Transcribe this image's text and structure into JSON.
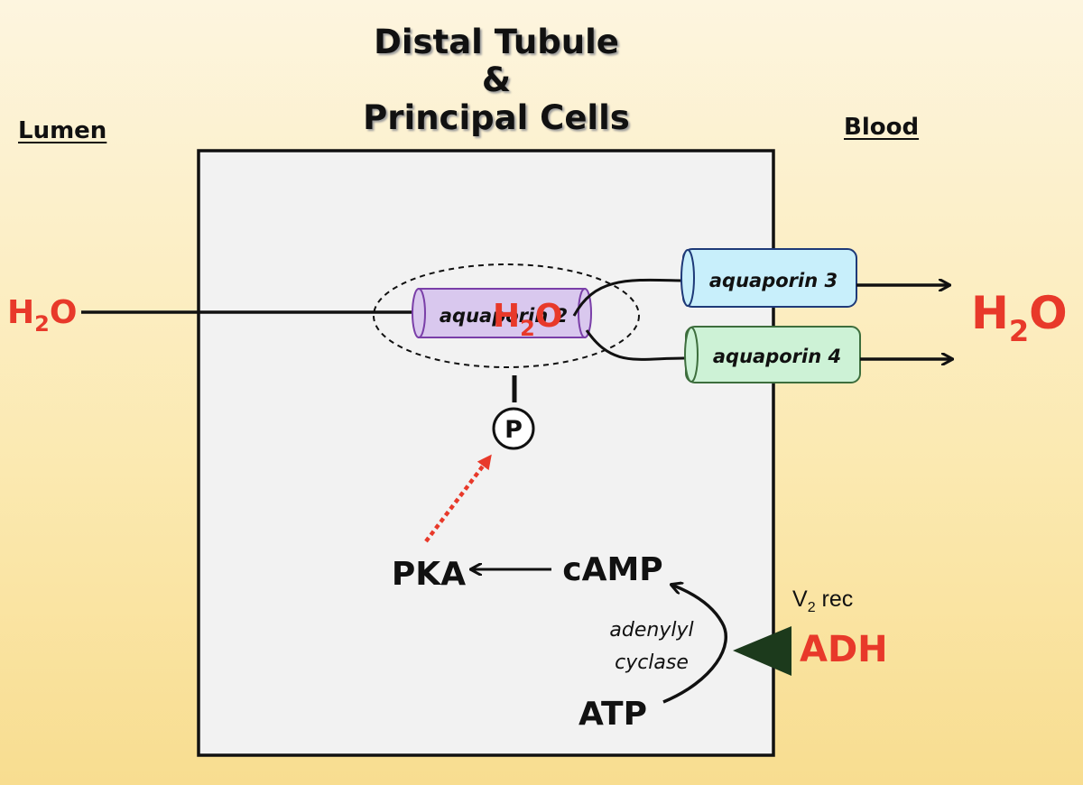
{
  "title": {
    "line1": "Distal Tubule",
    "line2": "&",
    "line3": "Principal Cells"
  },
  "sides": {
    "lumen": "Lumen",
    "blood": "Blood"
  },
  "water": {
    "main": "H",
    "sub": "2",
    "tail": "O"
  },
  "channels": {
    "aqp2": "aquaporin 2",
    "aqp3": "aquaporin 3",
    "aqp4": "aquaporin 4"
  },
  "phospho": "P",
  "signaling": {
    "pka": "PKA",
    "camp": "cAMP",
    "atp": "ATP",
    "enzyme_line1": "adenylyl",
    "enzyme_line2": "cyclase",
    "hormone": "ADH",
    "receptor_main": "V",
    "receptor_sub": "2",
    "receptor_tail": " rec"
  },
  "colors": {
    "water_red": "#e8392a",
    "aqp2_fill": "#d9c8ee",
    "aqp2_stroke": "#7a3fa8",
    "aqp3_fill": "#c8effb",
    "aqp3_stroke": "#1e3a78",
    "aqp4_fill": "#cdf2d6",
    "aqp4_stroke": "#3d6e3d",
    "cell_fill": "#f2f2f2",
    "receptor_green": "#1c3a1c"
  }
}
